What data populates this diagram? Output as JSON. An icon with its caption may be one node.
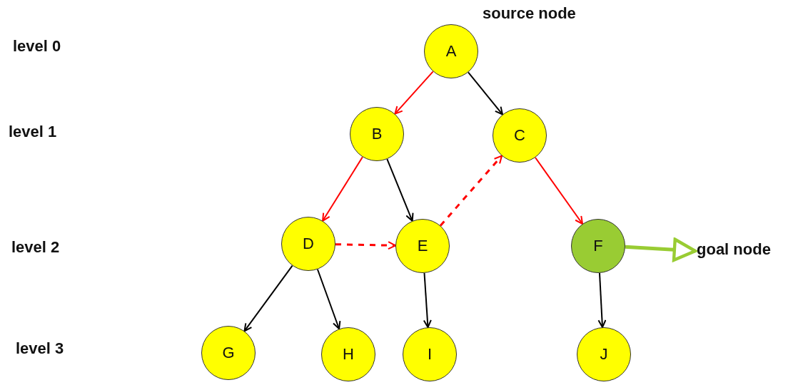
{
  "diagram": {
    "nodes": [
      {
        "text": [
          "A"
        ],
        "beside": [
          "source node"
        ]
      },
      {
        "text": [
          "B"
        ]
      },
      {
        "text": [
          "C"
        ]
      },
      {
        "text": [
          "D"
        ]
      },
      {
        "text": [
          "E"
        ]
      },
      {
        "text": [
          "F"
        ]
      },
      {
        "text": [
          "G"
        ]
      },
      {
        "text": [
          "H"
        ]
      },
      {
        "text": [
          "I"
        ]
      },
      {
        "text": [
          "J"
        ]
      },
      {
        "text": [
          "goal node"
        ]
      }
    ],
    "edges": [
      {
        "from": 0,
        "to": 1,
        "arrow": "to",
        "color": "#ff0000"
      },
      {
        "from": 0,
        "to": 2,
        "arrow": "to"
      },
      {
        "from": 1,
        "to": 3,
        "arrow": "to",
        "color": "#ff0000"
      },
      {
        "from": 1,
        "to": 4,
        "arrow": "to"
      },
      {
        "from": 2,
        "to": 5,
        "arrow": "to",
        "color": "#ff0000"
      },
      {
        "from": 3,
        "to": 6,
        "arrow": "to"
      },
      {
        "from": 3,
        "to": 7,
        "arrow": "to"
      },
      {
        "from": 3,
        "to": 4,
        "arrow": "to",
        "style": "dashed",
        "color": "#ff0000"
      },
      {
        "from": 4,
        "to": 2,
        "arrow": "to",
        "style": "dashed",
        "color": "#ff0000"
      },
      {
        "from": 4,
        "to": 8,
        "arrow": "to"
      },
      {
        "from": 5,
        "to": 9,
        "arrow": "to"
      },
      {
        "from": 5,
        "to": 10,
        "arrow": "to",
        "style": "thick",
        "color": "#99cc33"
      }
    ],
    "labels": [
      "level 0",
      "level 1",
      "level 2",
      "level 3"
    ]
  }
}
